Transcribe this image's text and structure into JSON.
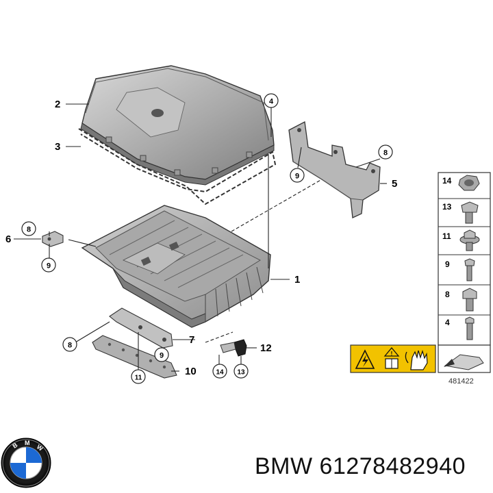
{
  "diagram": {
    "callouts": [
      {
        "id": "1",
        "label": "1",
        "boxed": false
      },
      {
        "id": "2",
        "label": "2",
        "boxed": false
      },
      {
        "id": "3",
        "label": "3",
        "boxed": false
      },
      {
        "id": "4",
        "label": "4",
        "boxed": true
      },
      {
        "id": "5",
        "label": "5",
        "boxed": false
      },
      {
        "id": "6",
        "label": "6",
        "boxed": false
      },
      {
        "id": "7",
        "label": "7",
        "boxed": false
      },
      {
        "id": "8a",
        "label": "8",
        "boxed": true
      },
      {
        "id": "8b",
        "label": "8",
        "boxed": true
      },
      {
        "id": "8c",
        "label": "8",
        "boxed": true
      },
      {
        "id": "9a",
        "label": "9",
        "boxed": true
      },
      {
        "id": "9b",
        "label": "9",
        "boxed": true
      },
      {
        "id": "9c",
        "label": "9",
        "boxed": true
      },
      {
        "id": "10",
        "label": "10",
        "boxed": false
      },
      {
        "id": "11",
        "label": "11",
        "boxed": true
      },
      {
        "id": "12",
        "label": "12",
        "boxed": false
      },
      {
        "id": "13",
        "label": "13",
        "boxed": true
      },
      {
        "id": "14",
        "label": "14",
        "boxed": true
      }
    ],
    "fastener_legend": [
      "14",
      "13",
      "11",
      "9",
      "8",
      "4"
    ],
    "reference_number": "481422"
  },
  "footer": {
    "brand": "BMW",
    "part_number": "61278482940",
    "caption": "BMW 61278482940"
  },
  "colors": {
    "metal_light": "#e4e4e4",
    "metal_mid": "#bdbdbd",
    "metal_dark": "#8a8a8a",
    "outline": "#333333",
    "warning_yellow": "#f2c200",
    "bmw_blue": "#1c69d4"
  },
  "icons": [
    "bmw-logo-icon",
    "high-voltage-warning-icon",
    "read-manual-icon",
    "protective-gloves-icon"
  ]
}
